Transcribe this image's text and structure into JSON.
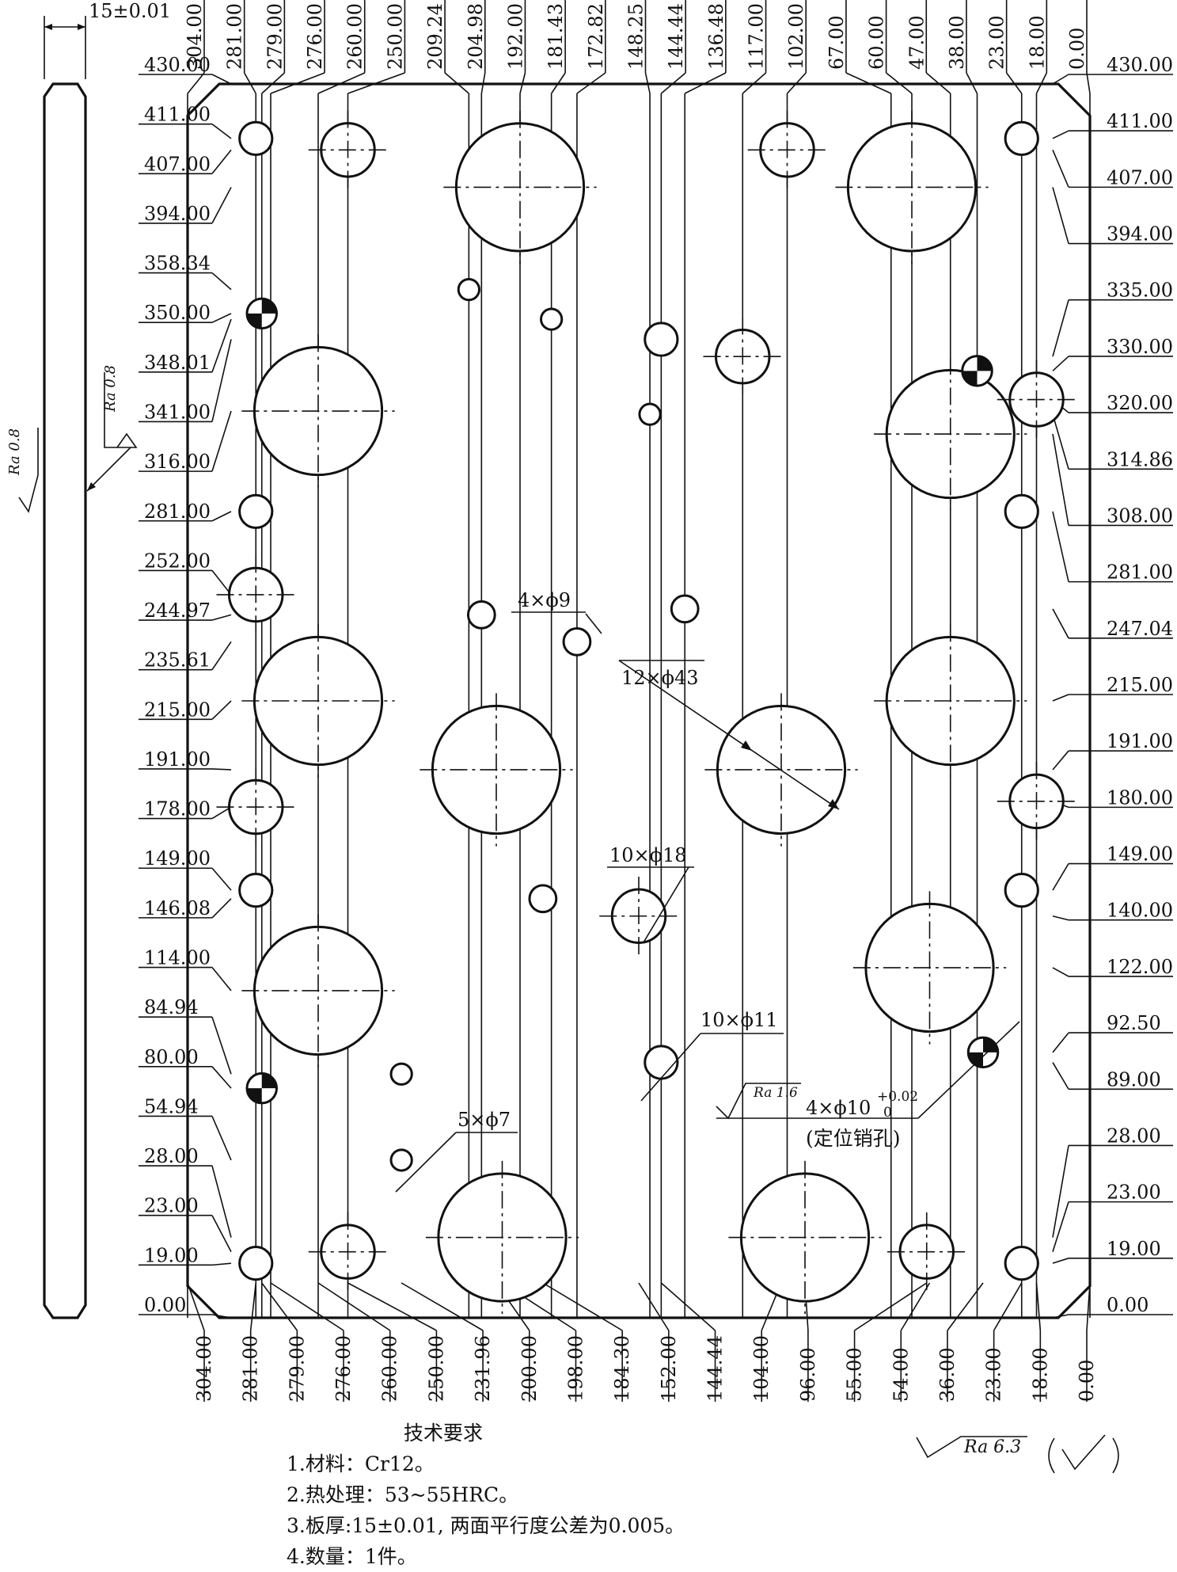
{
  "thickness_label": "15±0.01",
  "top_ticks": [
    "304.00",
    "281.00",
    "279.00",
    "276.00",
    "260.00",
    "250.00",
    "209.24",
    "204.98",
    "192.00",
    "181.43",
    "172.82",
    "148.25",
    "144.44",
    "136.48",
    "117.00",
    "102.00",
    "67.00",
    "60.00",
    "47.00",
    "38.00",
    "23.00",
    "18.00",
    "0.00"
  ],
  "bottom_ticks": [
    "304.00",
    "281.00",
    "279.00",
    "276.00",
    "260.00",
    "250.00",
    "231.96",
    "200.00",
    "198.00",
    "184.30",
    "152.00",
    "144.44",
    "104.00",
    "96.00",
    "55.00",
    "54.00",
    "36.00",
    "23.00",
    "18.00",
    "0.00"
  ],
  "left_ticks": [
    "430.00",
    "411.00",
    "407.00",
    "394.00",
    "358.34",
    "350.00",
    "348.01",
    "341.00",
    "316.00",
    "281.00",
    "252.00",
    "244.97",
    "235.61",
    "215.00",
    "191.00",
    "178.00",
    "149.00",
    "146.08",
    "114.00",
    "84.94",
    "80.00",
    "54.94",
    "28.00",
    "23.00",
    "19.00",
    "0.00"
  ],
  "right_ticks": [
    "430.00",
    "411.00",
    "407.00",
    "394.00",
    "335.00",
    "330.00",
    "320.00",
    "314.86",
    "308.00",
    "281.00",
    "247.04",
    "215.00",
    "191.00",
    "180.00",
    "149.00",
    "140.00",
    "122.00",
    "92.50",
    "89.00",
    "28.00",
    "23.00",
    "19.00",
    "0.00"
  ],
  "callouts": {
    "phi9": "4×ϕ9",
    "phi43": "12×ϕ43",
    "phi18": "10×ϕ18",
    "phi11": "10×ϕ11",
    "phi7": "5×ϕ7",
    "pin_main": "4×ϕ10",
    "pin_upper": "+0.02",
    "pin_lower": "0",
    "pin_note": "(定位销孔)"
  },
  "roughness": {
    "left_outer": "Ra 0.8",
    "left_inner": "Ra 0.8",
    "pin": "Ra 1.6",
    "general": "Ra  6.3"
  },
  "tech": {
    "title": "技术要求",
    "items": [
      "1.材料：Cr12。",
      "2.热处理：53~55HRC。",
      "3.板厚:15±0.01, 两面平行度公差为0.005。",
      "4.数量：1件。"
    ]
  }
}
